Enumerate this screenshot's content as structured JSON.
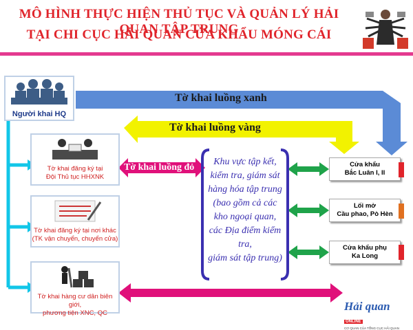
{
  "title_line1": "MÔ HÌNH  THỰC HIỆN THỦ TỤC VÀ QUẢN LÝ HẢI QUAN TẬP TRUNG",
  "title_line2": "TẠI CHI CỤC HẢI QUAN CỬA KHẨU MÓNG CÁI",
  "declarant": "Người khai HQ",
  "sources": [
    {
      "line1": "Tờ khai đăng ký tại",
      "line2": "Đội Thủ tục HHXNK"
    },
    {
      "line1": "Tờ khai đăng ký tại nơi khác",
      "line2": "(TK vận chuyển, chuyển cửa)"
    },
    {
      "line1": "Tờ khai hàng cư dân biên giới,",
      "line2": "phương tiện XNC, QC"
    }
  ],
  "flows": {
    "green": "Tờ khai luồng xanh",
    "yellow": "Tờ khai luồng vàng",
    "red": "Tờ khai luồng đỏ"
  },
  "center_lines": [
    "Khu vực tập kết,",
    "kiểm tra,  giám sát",
    "hàng hóa tập trung",
    "(bao gồm cả các",
    "kho ngoại quan,",
    "các Địa điểm kiểm tra,",
    "giám sát tập trung)"
  ],
  "destinations": [
    {
      "line1": "Cửa khẩu",
      "line2": "Bắc Luân I, II"
    },
    {
      "line1": "Lối mở",
      "line2": "Cầu phao, Pò Hèn"
    },
    {
      "line1": "Cửa khẩu phụ",
      "line2": "Ka Long"
    }
  ],
  "logo": {
    "main": "Hải quan",
    "tag": "ONLINE",
    "sub": "CƠ QUAN CỦA TỔNG CỤC HẢI QUAN"
  },
  "colors": {
    "title": "#e0242b",
    "green_flow": "#5b8bd6",
    "yellow_flow": "#f2f200",
    "red_flow": "#e0107a",
    "center_border": "#3a2fb0",
    "double_arrow": "#1fa34a",
    "cyan_line": "#12c6e8"
  }
}
